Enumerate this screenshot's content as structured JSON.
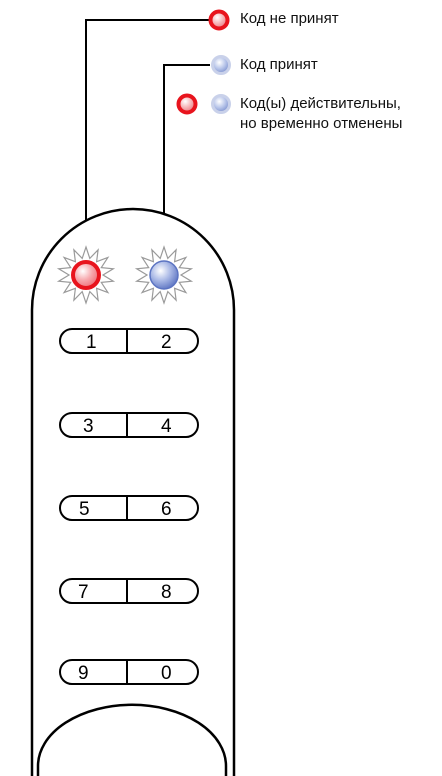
{
  "legend": {
    "not_accepted": "Код не принят",
    "accepted": "Код принят",
    "suspended_line1": "Код(ы) действительны,",
    "suspended_line2": "но временно отменены"
  },
  "keypad": {
    "rows": [
      [
        "1",
        "2"
      ],
      [
        "3",
        "4"
      ],
      [
        "5",
        "6"
      ],
      [
        "7",
        "8"
      ],
      [
        "9",
        "0"
      ]
    ]
  },
  "colors": {
    "red_led": "#e8141d",
    "blue_led": "#8fa4dc",
    "outline": "#000000"
  },
  "icons": {
    "red_led": "red-led-icon",
    "blue_led": "blue-led-icon",
    "spark": "starburst-icon"
  }
}
